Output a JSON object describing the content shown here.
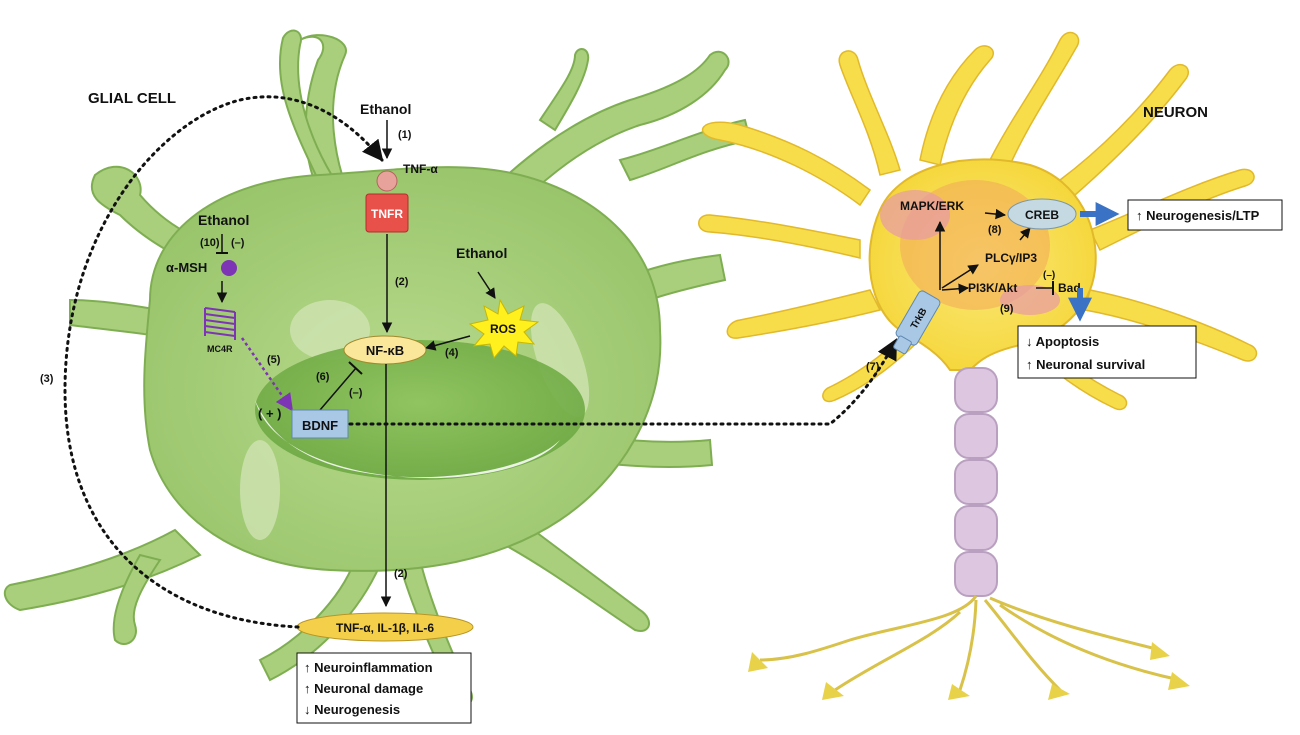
{
  "glia": {
    "title": "GLIAL CELL",
    "ethanol_top": "Ethanol",
    "step1": "(1)",
    "tnf_alpha": "TNF-α",
    "tnfr": "TNFR",
    "step2_upper": "(2)",
    "ethanol_ros": "Ethanol",
    "ros": "ROS",
    "step4": "(4)",
    "nfkb": "NF-κB",
    "ethanol_left": "Ethanol",
    "step10": "(10)",
    "minus_10": "(–)",
    "alpha_msh": "α-MSH",
    "mc4r": "MC4R",
    "step5": "(5)",
    "step6": "(6)",
    "minus_6": "(–)",
    "plus": "( + )",
    "bdnf": "BDNF",
    "step3": "(3)",
    "step2_lower": "(2)",
    "cytokines": "TNF-α, IL-1β, IL-6",
    "outcomes": [
      "↑ Neuroinflammation",
      "↑ Neuronal damage",
      "↓ Neurogenesis"
    ]
  },
  "neuron": {
    "title": "NEURON",
    "mapk": "MAPK/ERK",
    "step8": "(8)",
    "creb": "CREB",
    "plc": "PLCγ/IP3",
    "pi3k": "PI3K/Akt",
    "minus_bad": "(–)",
    "bad": "Bad",
    "step9": "(9)",
    "trkb": "TrkB",
    "step7": "(7)",
    "neurogenesis_box": "↑ Neurogenesis/LTP",
    "survival_box": [
      "↓ Apoptosis",
      "↑ Neuronal survival"
    ]
  },
  "colors": {
    "glia_fill": "#a9cf7c",
    "glia_stroke": "#7fae52",
    "nucleus": "#7ab34c",
    "neuron_fill": "#f7dd4a",
    "neuron_stroke": "#e1b92a",
    "axon": "#ddc6e0",
    "nfkb_fill": "#fbe79a",
    "cytokine_fill": "#f4d04a",
    "tnfr_fill": "#e8514a",
    "bdnf_fill": "#a9c8e6",
    "creb_fill": "#c5d9e2",
    "arrow_blue": "#3a73c6",
    "purple": "#7d34b5",
    "ros_fill": "#fff01e"
  }
}
